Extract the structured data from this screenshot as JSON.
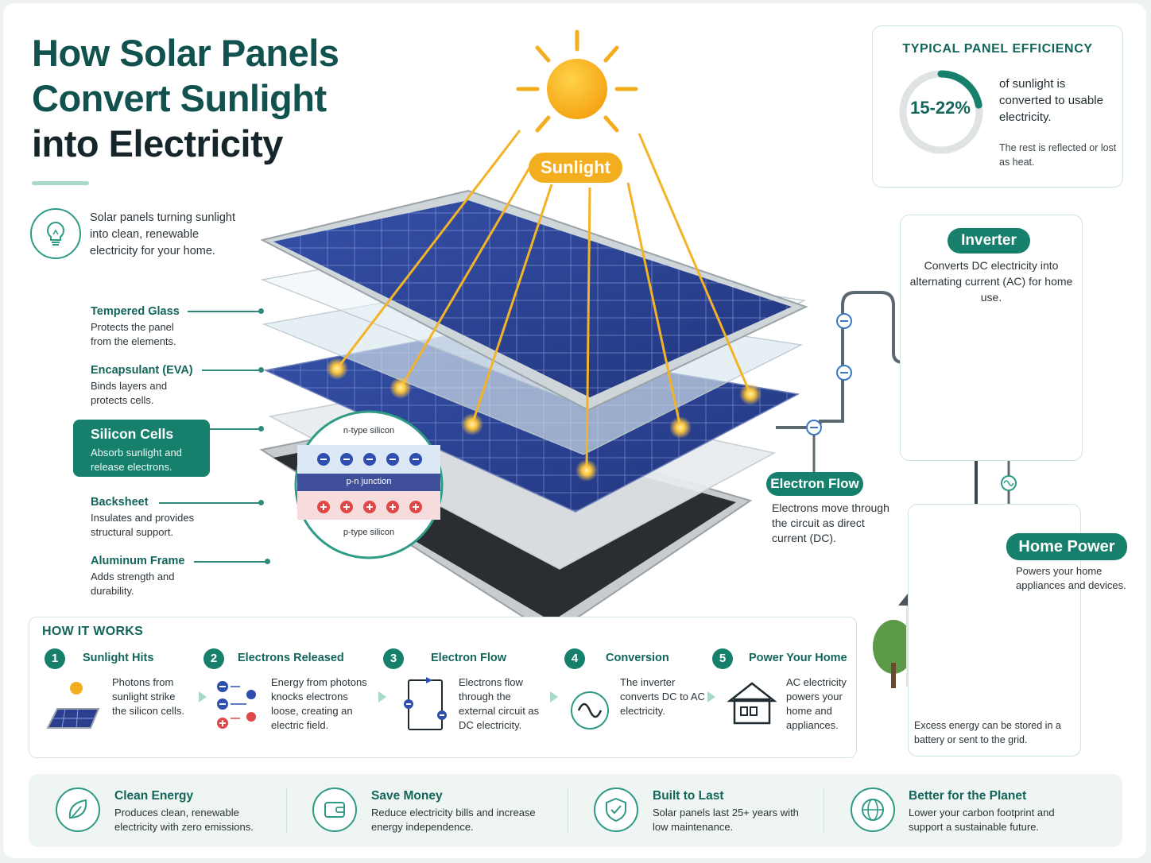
{
  "title": {
    "line1": "How Solar Panels",
    "line2": "Convert Sunlight",
    "line3": "into Electricity"
  },
  "intro": {
    "icon": "lightbulb-icon",
    "text": "Solar panels turning sunlight into clean, renewable electricity for your home."
  },
  "layers": [
    {
      "label": "Tempered Glass",
      "desc": "Protects the panel from the elements."
    },
    {
      "label": "Encapsulant (EVA)",
      "desc": "Binds layers and protects cells."
    },
    {
      "label": "Silicon Cells",
      "desc": "Absorb sunlight and release electrons."
    },
    {
      "label": "Backsheet",
      "desc": "Insulates and provides structural support."
    },
    {
      "label": "Aluminum Frame",
      "desc": "Adds strength and durability."
    }
  ],
  "sunlight_label": "Sunlight",
  "junction": {
    "n_type": "n-type silicon",
    "pn": "p-n junction",
    "p_type": "p-type silicon"
  },
  "efficiency": {
    "title": "TYPICAL PANEL EFFICIENCY",
    "value": "15-22%",
    "fraction": 0.22,
    "text": "of sunlight is converted to usable electricity.",
    "sub": "The rest is reflected or lost as heat."
  },
  "inverter": {
    "label": "Inverter",
    "desc": "Converts DC electricity into alternating current (AC) for home use."
  },
  "electron_flow": {
    "label": "Electron Flow",
    "desc": "Electrons move through the circuit as direct current (DC)."
  },
  "home_power": {
    "label": "Home Power",
    "desc": "Powers your home appliances and devices.",
    "excess": "Excess energy can be stored in a battery or sent to the grid."
  },
  "how_it_works": {
    "title": "HOW IT WORKS",
    "steps": [
      {
        "num": "1",
        "title": "Sunlight Hits",
        "desc": "Photons from sunlight strike the silicon cells."
      },
      {
        "num": "2",
        "title": "Electrons Released",
        "desc": "Energy from photons knocks electrons loose, creating an electric field."
      },
      {
        "num": "3",
        "title": "Electron Flow",
        "desc": "Electrons flow through the external circuit as DC electricity."
      },
      {
        "num": "4",
        "title": "Conversion",
        "desc": "The inverter converts DC to AC electricity."
      },
      {
        "num": "5",
        "title": "Power Your Home",
        "desc": "AC electricity powers your home and appliances."
      }
    ]
  },
  "benefits": [
    {
      "icon": "leaf-icon",
      "title": "Clean Energy",
      "desc": "Produces clean, renewable electricity with zero emissions."
    },
    {
      "icon": "wallet-icon",
      "title": "Save Money",
      "desc": "Reduce electricity bills and increase energy independence."
    },
    {
      "icon": "shield-check-icon",
      "title": "Built to Last",
      "desc": "Solar panels last 25+ years with low maintenance."
    },
    {
      "icon": "globe-icon",
      "title": "Better for the Planet",
      "desc": "Lower your carbon footprint and support a sustainable future."
    }
  ],
  "colors": {
    "primary": "#17806d",
    "dark_teal": "#12524e",
    "sun": "#f3ae1f",
    "cell_blue": "#2c3f8f",
    "light_teal": "#a9d8cc"
  }
}
